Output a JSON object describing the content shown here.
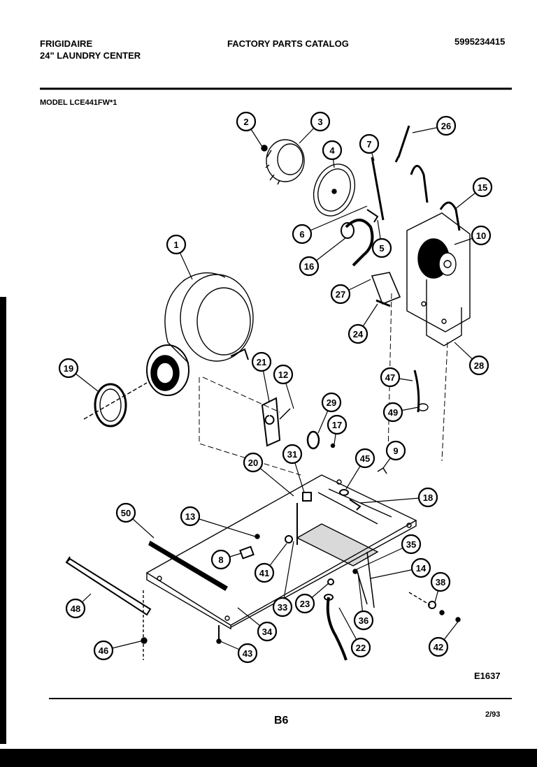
{
  "header": {
    "brand": "FRIGIDAIRE",
    "product": "24\" LAUNDRY CENTER",
    "catalog_title": "FACTORY PARTS CATALOG",
    "catalog_number": "5995234415",
    "model": "MODEL LCE441FW*1"
  },
  "diagram": {
    "callouts": [
      "1",
      "2",
      "3",
      "4",
      "5",
      "6",
      "7",
      "8",
      "9",
      "10",
      "12",
      "13",
      "14",
      "15",
      "16",
      "17",
      "18",
      "19",
      "20",
      "21",
      "22",
      "23",
      "24",
      "26",
      "27",
      "28",
      "29",
      "31",
      "33",
      "34",
      "35",
      "36",
      "38",
      "41",
      "42",
      "43",
      "45",
      "46",
      "47",
      "48",
      "49",
      "50"
    ],
    "figure_code": "E1637"
  },
  "footer": {
    "page": "B6",
    "date": "2/93"
  }
}
